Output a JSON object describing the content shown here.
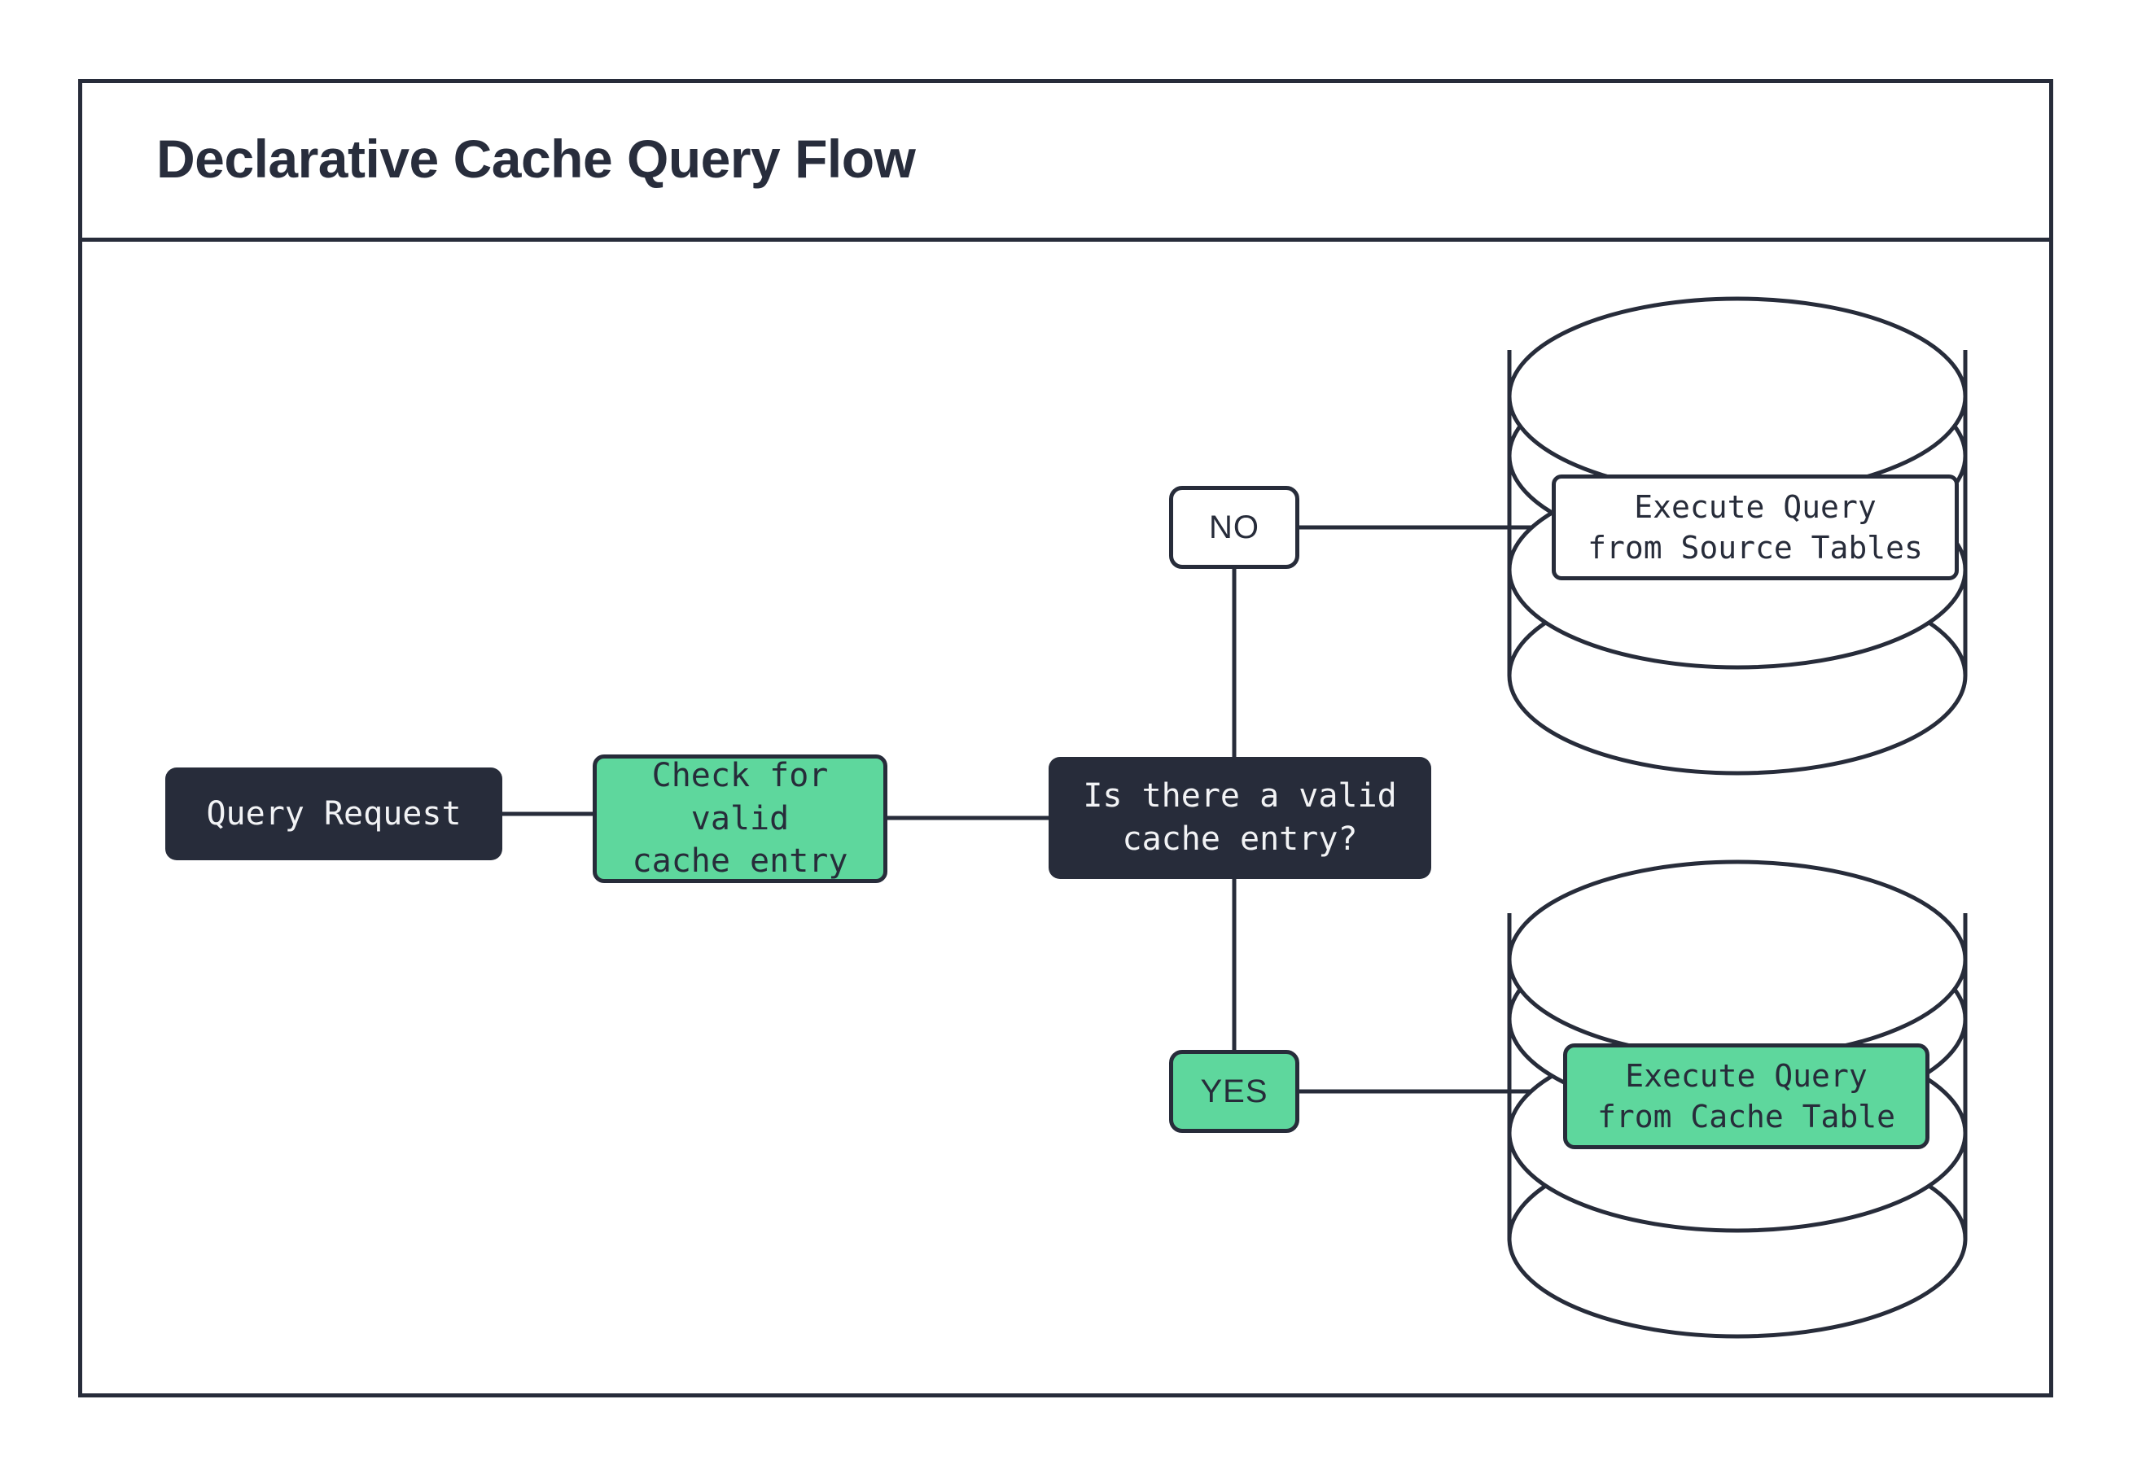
{
  "header": {
    "title": "Declarative Cache Query Flow"
  },
  "colors": {
    "ink": "#272c3a",
    "accent_green": "#5ed79d",
    "surface": "#ffffff",
    "dark_text": "#f2f3f5"
  },
  "diagram": {
    "type": "flowchart",
    "nodes": [
      {
        "id": "query-request",
        "label": "Query Request",
        "shape": "rounded-rect",
        "style": "dark"
      },
      {
        "id": "check-cache",
        "label": "Check for valid\ncache entry",
        "shape": "rounded-rect",
        "style": "green"
      },
      {
        "id": "decision",
        "label": "Is there a valid\ncache entry?",
        "shape": "rounded-rect",
        "style": "dark"
      },
      {
        "id": "source-tables",
        "label": "Execute Query\nfrom Source Tables",
        "shape": "rounded-rect-in-cylinder",
        "style": "white"
      },
      {
        "id": "cache-table",
        "label": "Execute Query\nfrom Cache Table",
        "shape": "rounded-rect-in-cylinder",
        "style": "green"
      }
    ],
    "branch_labels": [
      {
        "id": "no",
        "label": "NO",
        "style": "white"
      },
      {
        "id": "yes",
        "label": "YES",
        "style": "green"
      }
    ],
    "cylinders": [
      {
        "id": "source-database",
        "position": "top-right",
        "layers": 3
      },
      {
        "id": "cache-database",
        "position": "bottom-right",
        "layers": 3
      }
    ],
    "edges": [
      {
        "from": "query-request",
        "to": "check-cache",
        "label": ""
      },
      {
        "from": "check-cache",
        "to": "decision",
        "label": ""
      },
      {
        "from": "decision",
        "to": "no",
        "label": "NO"
      },
      {
        "from": "no",
        "to": "source-tables",
        "label": ""
      },
      {
        "from": "decision",
        "to": "yes",
        "label": "YES"
      },
      {
        "from": "yes",
        "to": "cache-table",
        "label": ""
      }
    ]
  }
}
